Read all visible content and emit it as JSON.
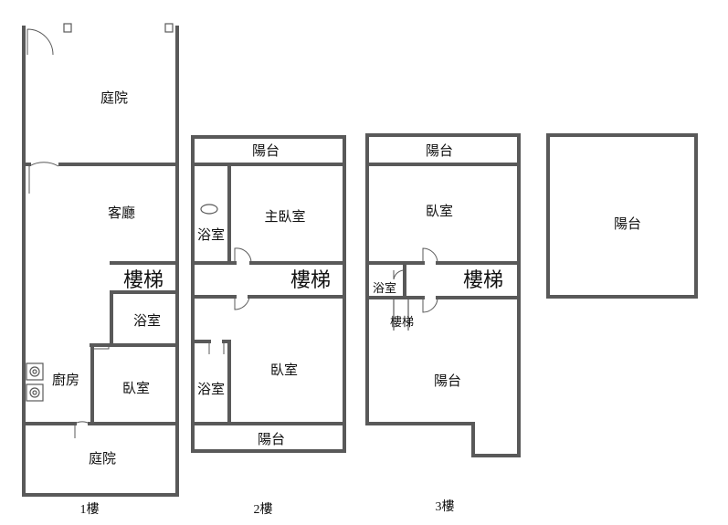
{
  "floor1": {
    "title": "1樓",
    "rooms": {
      "front_yard": "庭院",
      "living_room": "客廳",
      "stairs": "樓梯",
      "bathroom": "浴室",
      "kitchen": "廚房",
      "bedroom": "臥室",
      "back_yard": "庭院"
    }
  },
  "floor2": {
    "title": "2樓",
    "rooms": {
      "balcony_front": "陽台",
      "bathroom_1": "浴室",
      "master_bedroom": "主臥室",
      "stairs": "樓梯",
      "bathroom_2": "浴室",
      "bedroom": "臥室",
      "balcony_back": "陽台"
    }
  },
  "floor3": {
    "title": "3樓",
    "rooms": {
      "balcony_front": "陽台",
      "bedroom": "臥室",
      "bathroom": "浴室",
      "stairs": "樓梯",
      "stairs_small": "樓梯",
      "balcony_back": "陽台"
    }
  },
  "roof": {
    "rooms": {
      "balcony": "陽台"
    }
  }
}
